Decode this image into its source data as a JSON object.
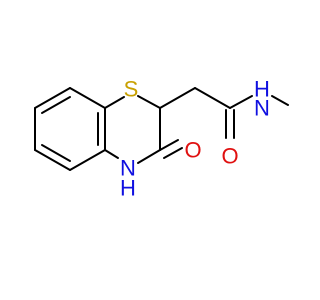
{
  "molecule": {
    "atoms": {
      "S": {
        "label": "S",
        "color": "#c8a000"
      },
      "NH_ring": {
        "label": "N",
        "h_label": "H",
        "color": "#1010e0"
      },
      "O_ring": {
        "label": "O",
        "color": "#e01010"
      },
      "O_amide": {
        "label": "O",
        "color": "#e01010"
      },
      "NH_amide": {
        "label": "N",
        "h_label": "H",
        "color": "#1010e0"
      }
    },
    "bond_color": "#000000"
  }
}
